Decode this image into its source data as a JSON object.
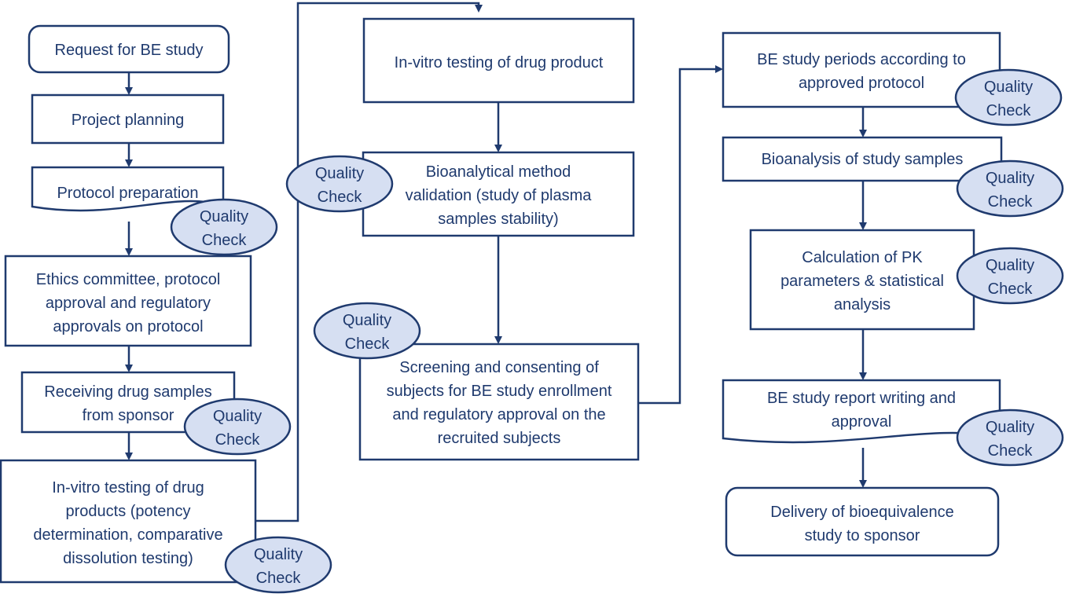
{
  "colors": {
    "stroke": "#1f3a6e",
    "text": "#1f3a6e",
    "quality_fill": "#d6dff2",
    "box_fill": "#ffffff"
  },
  "quality_check": [
    "Quality",
    "Check"
  ],
  "nodes": {
    "request": [
      "Request for BE study"
    ],
    "planning": [
      "Project planning"
    ],
    "protocol_prep": [
      "Protocol preparation"
    ],
    "ethics": [
      "Ethics committee, protocol",
      "approval and regulatory",
      "approvals on protocol"
    ],
    "receiving": [
      "Receiving drug samples",
      "from sponsor"
    ],
    "invitro_products": [
      "In-vitro testing of drug",
      "products (potency",
      "determination, comparative",
      "dissolution testing)"
    ],
    "invitro_product": [
      "In-vitro testing of drug product"
    ],
    "bioanalytical": [
      "Bioanalytical method",
      "validation (study of plasma",
      "samples stability)"
    ],
    "screening": [
      "Screening and consenting of",
      "subjects for BE study enrollment",
      "and regulatory approval on the",
      "recruited subjects"
    ],
    "study_periods": [
      "BE study periods according to",
      "approved protocol"
    ],
    "bioanalysis": [
      "Bioanalysis of study samples"
    ],
    "pk_calc": [
      "Calculation of PK",
      "parameters & statistical",
      "analysis"
    ],
    "report": [
      "BE study report writing and",
      "approval"
    ],
    "delivery": [
      "Delivery of bioequivalence",
      "study to sponsor"
    ]
  }
}
